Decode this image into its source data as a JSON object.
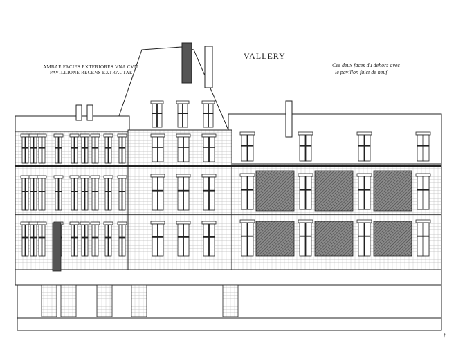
{
  "title": "VALLERY",
  "latin_caption": [
    "Ambae facies exteriores vna cvm",
    "pavillione recens extractae"
  ],
  "french_caption": [
    "Ces deux faces du dehors avec",
    "le pavillon faict de neuf"
  ],
  "page_mark": "f",
  "colors": {
    "ink": "#222222",
    "hatch": "#6a6a6a",
    "paper": "#ffffff"
  }
}
